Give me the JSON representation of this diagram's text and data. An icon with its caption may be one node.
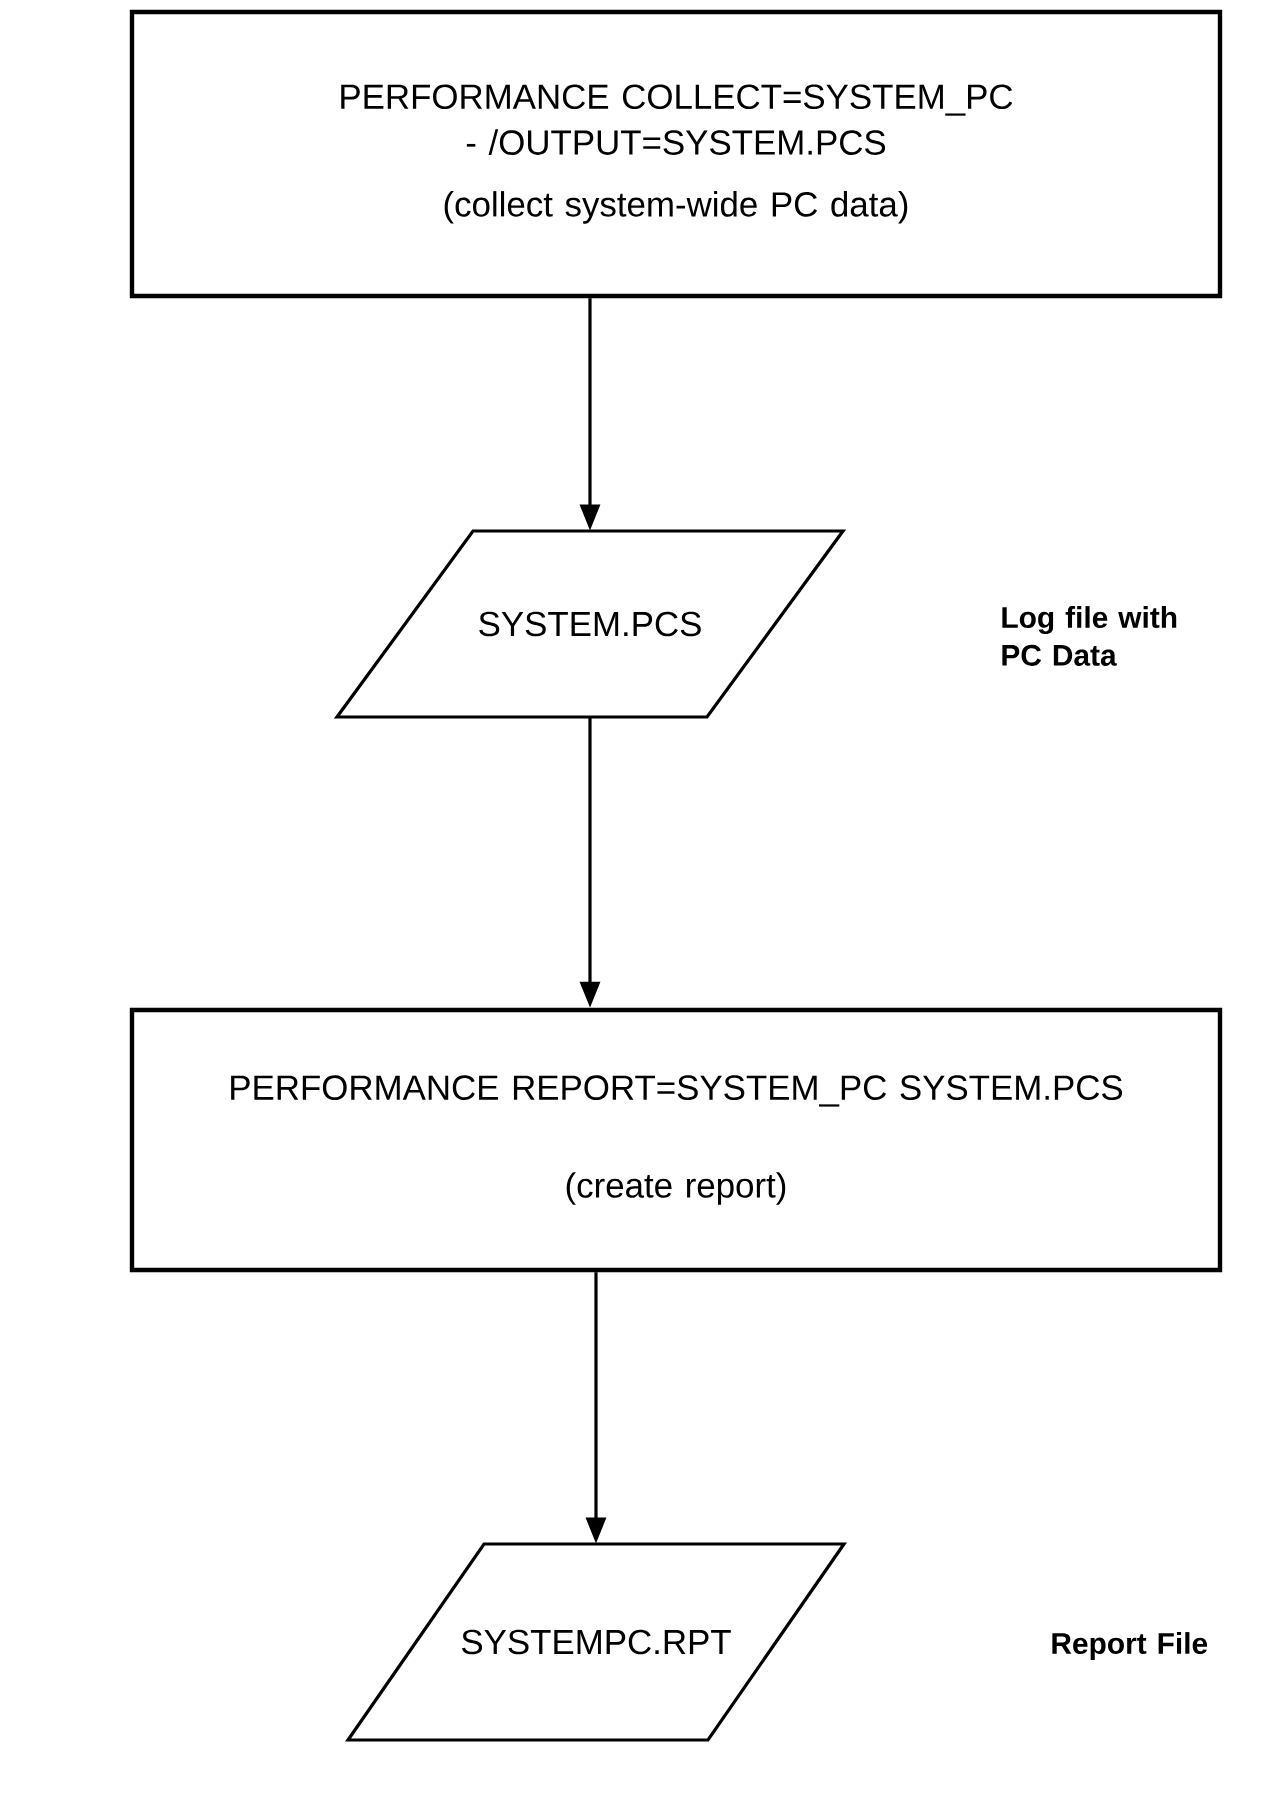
{
  "diagram": {
    "nodes": [
      {
        "text": [
          "PERFORMANCE COLLECT=SYSTEM_PC - /OUTPUT=SYSTEM.PCS",
          "(collect system-wide PC data)"
        ]
      },
      {
        "text": [
          "SYSTEM.PCS"
        ]
      },
      {
        "text": [
          "PERFORMANCE REPORT=SYSTEM_PC SYSTEM.PCS",
          "(create report)"
        ]
      },
      {
        "text": [
          "SYSTEMPC.RPT"
        ]
      }
    ],
    "edges": [
      {
        "from": 0,
        "to": 1,
        "arrow": "to"
      },
      {
        "from": 1,
        "to": 2,
        "arrow": "to"
      },
      {
        "from": 2,
        "to": 3,
        "arrow": "to"
      }
    ],
    "labels": [
      "Log file with PC Data",
      "Report File"
    ]
  }
}
